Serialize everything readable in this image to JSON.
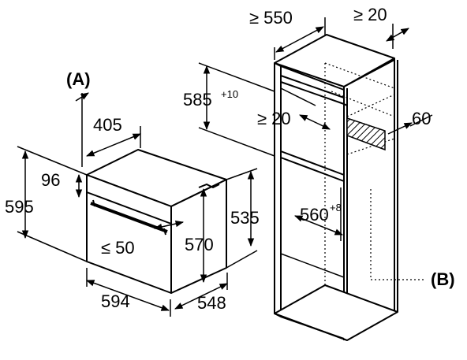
{
  "diagram": {
    "labels": {
      "A": "(A)",
      "B": "(B)",
      "d405": "405",
      "d96": "96",
      "d595": "595",
      "d535": "535",
      "d570": "570",
      "d_le50": "≤ 50",
      "d594": "594",
      "d548": "548",
      "d_ge550": "≥ 550",
      "d_ge20_top": "≥ 20",
      "d585": "585",
      "d585_sup": "+10",
      "d_ge20_mid": "≥ 20",
      "d60": "60",
      "d560": "560",
      "d560_sup": "+8"
    }
  }
}
